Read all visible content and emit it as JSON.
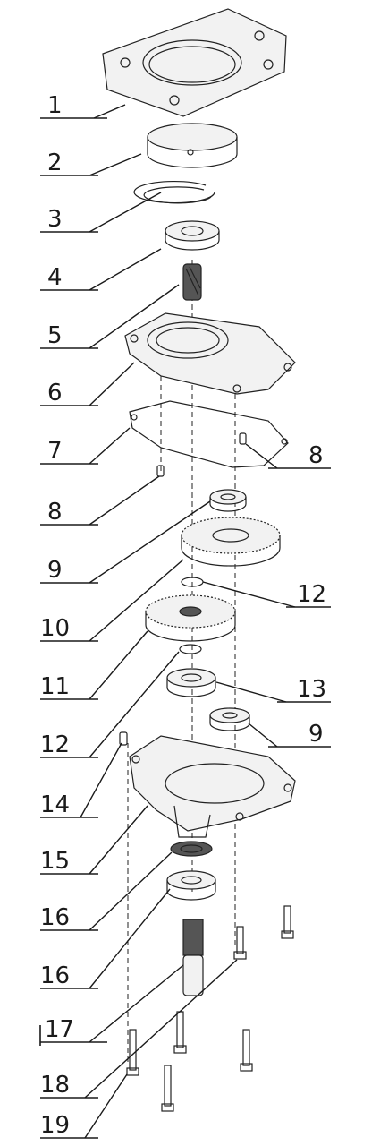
{
  "callouts": [
    {
      "id": "c1",
      "label": "1"
    },
    {
      "id": "c2",
      "label": "2"
    },
    {
      "id": "c3",
      "label": "3"
    },
    {
      "id": "c4",
      "label": "4"
    },
    {
      "id": "c5",
      "label": "5"
    },
    {
      "id": "c6",
      "label": "6"
    },
    {
      "id": "c7",
      "label": "7"
    },
    {
      "id": "c8a",
      "label": "8"
    },
    {
      "id": "c8b",
      "label": "8"
    },
    {
      "id": "c9a",
      "label": "9"
    },
    {
      "id": "c9b",
      "label": "9"
    },
    {
      "id": "c10",
      "label": "10"
    },
    {
      "id": "c11",
      "label": "11"
    },
    {
      "id": "c12a",
      "label": "12"
    },
    {
      "id": "c12b",
      "label": "12"
    },
    {
      "id": "c13",
      "label": "13"
    },
    {
      "id": "c14",
      "label": "14"
    },
    {
      "id": "c15",
      "label": "15"
    },
    {
      "id": "c16a",
      "label": "16"
    },
    {
      "id": "c16b",
      "label": "16"
    },
    {
      "id": "c17",
      "label": "17"
    },
    {
      "id": "c18",
      "label": "18"
    },
    {
      "id": "c19",
      "label": "19"
    }
  ]
}
